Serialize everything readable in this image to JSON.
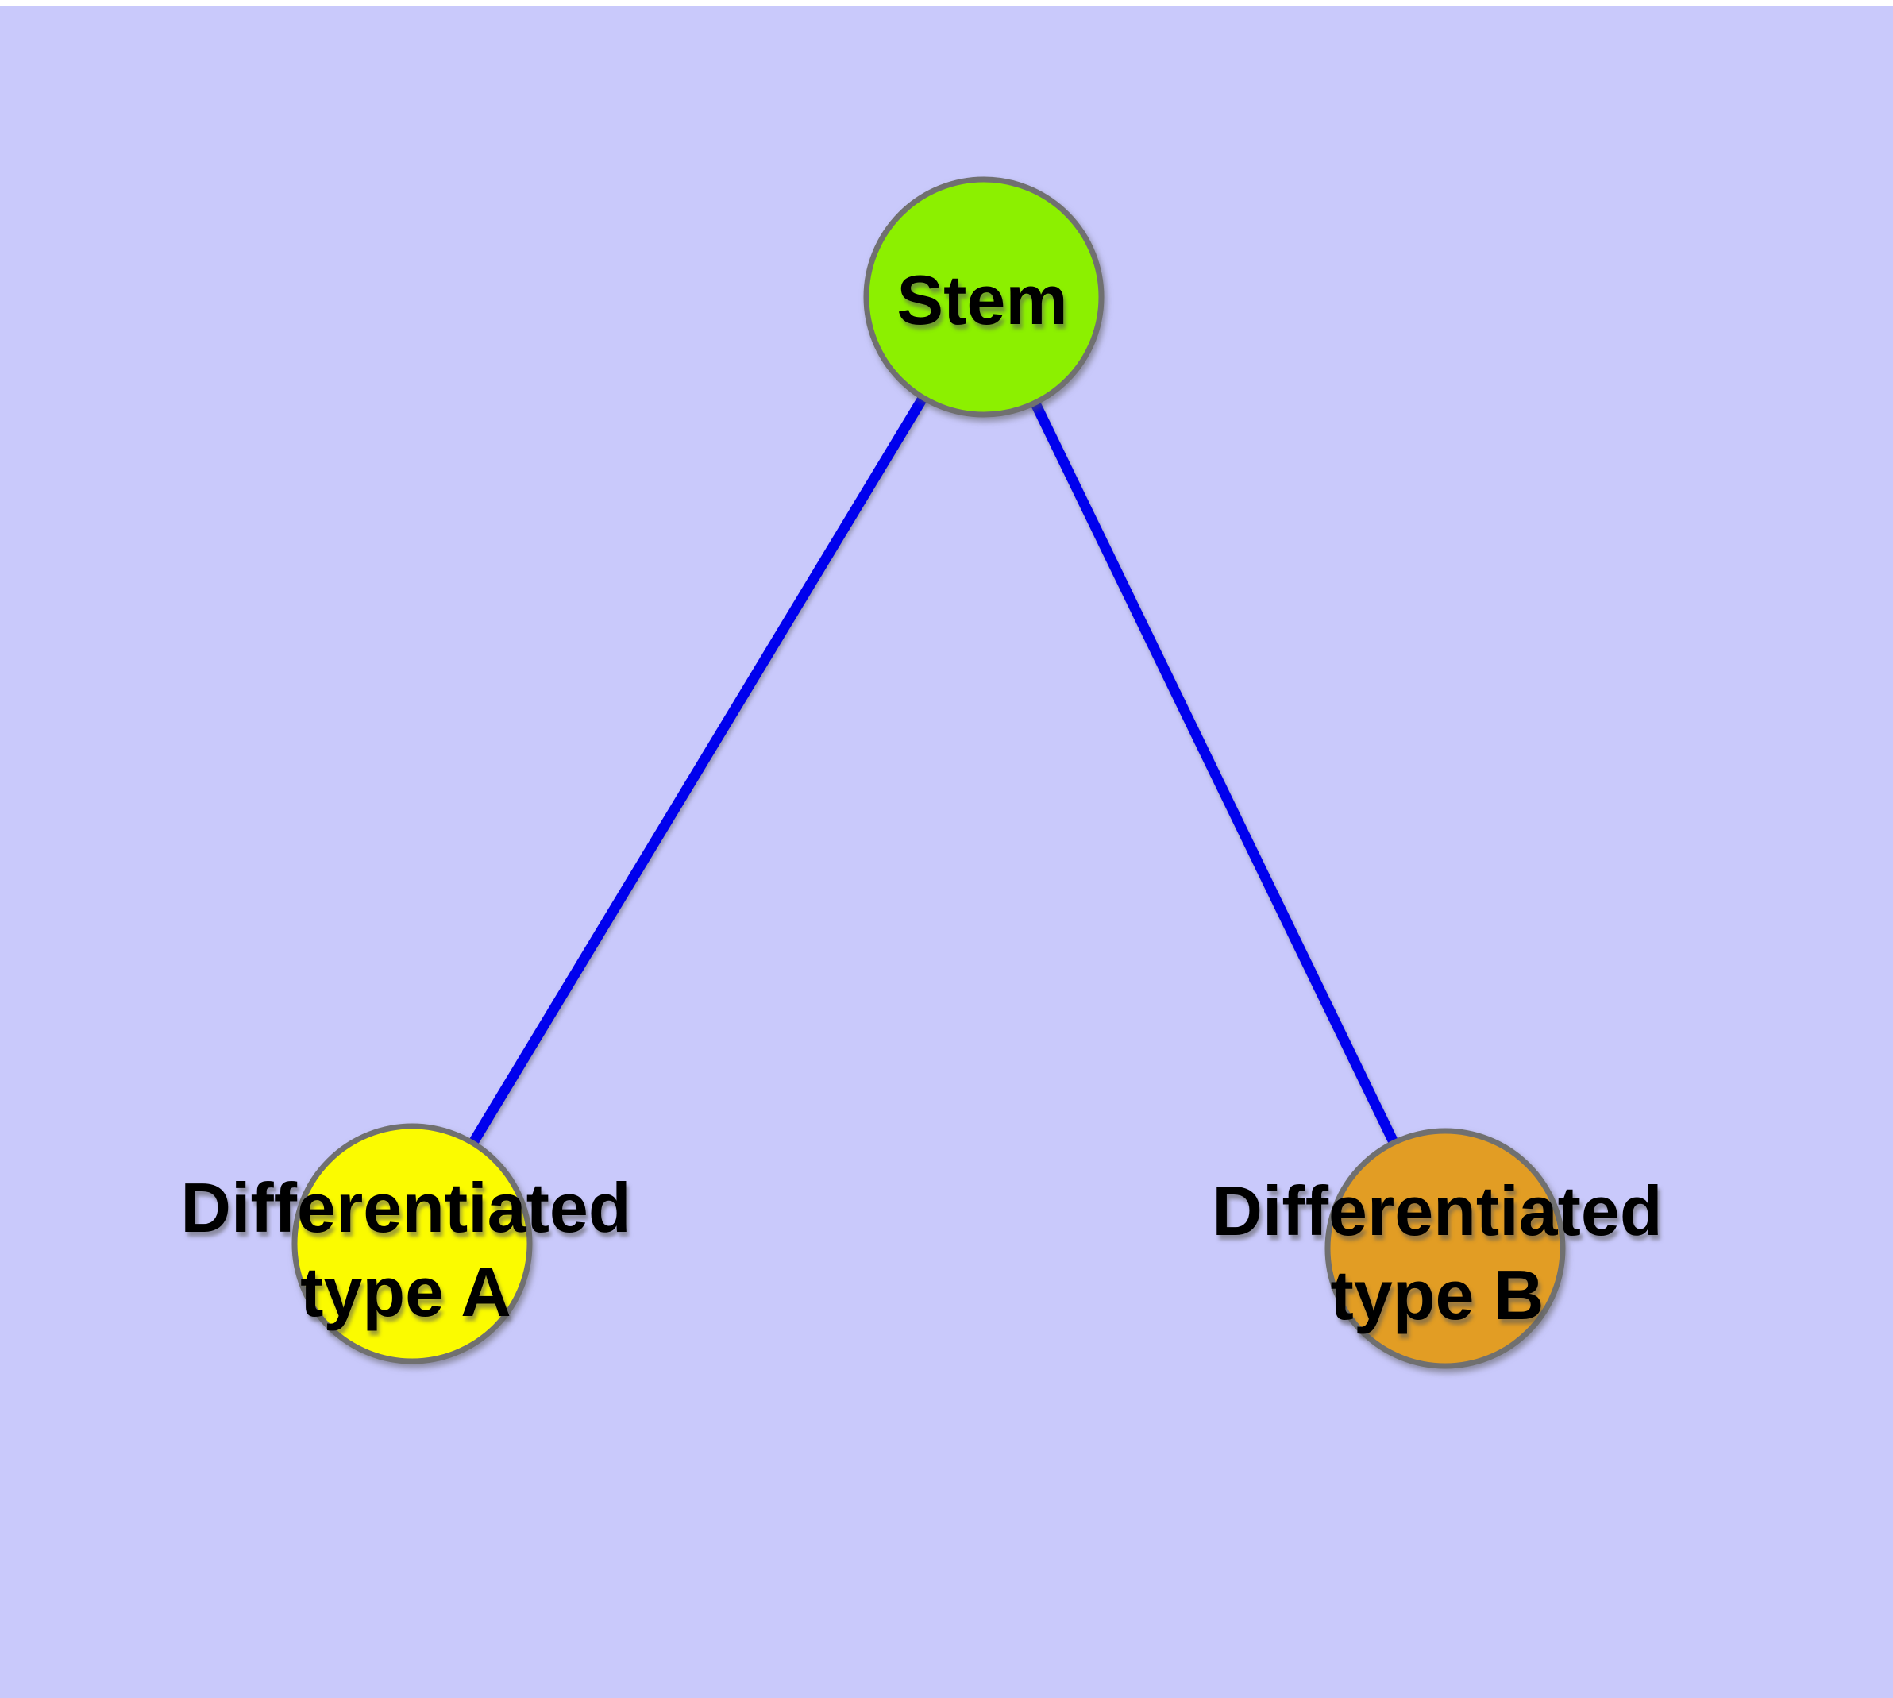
{
  "diagram": {
    "type": "graph",
    "colors": {
      "background": "#C9C9FB",
      "top_strip": "#FFFFFF",
      "edge": "#0000EE",
      "node_border": "#707070",
      "label_text": "#000000"
    },
    "nodes": [
      {
        "id": "stem",
        "label": "Stem",
        "label_lines": [
          "Stem"
        ],
        "fill": "#8CF000"
      },
      {
        "id": "differentiated-type-a",
        "label": "Differentiated type A",
        "label_lines": [
          "Differentiated",
          "type A"
        ],
        "fill": "#FBFB00"
      },
      {
        "id": "differentiated-type-b",
        "label": "Differentiated type B",
        "label_lines": [
          "Differentiated",
          "type B"
        ],
        "fill": "#E29D24"
      }
    ],
    "edges": [
      {
        "from": "stem",
        "to": "differentiated-type-a"
      },
      {
        "from": "stem",
        "to": "differentiated-type-b"
      }
    ]
  }
}
